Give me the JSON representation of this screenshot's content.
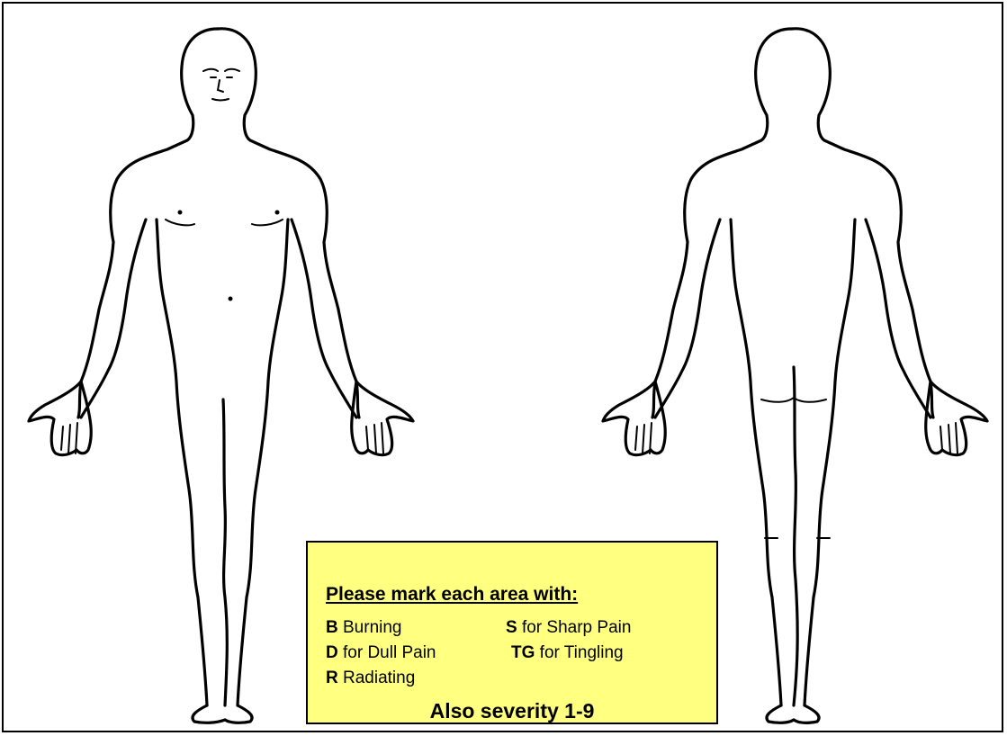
{
  "legend": {
    "title": "Please mark each area with:",
    "items": [
      {
        "code": "B",
        "text": " Burning"
      },
      {
        "code": "S",
        "text": " for Sharp Pain"
      },
      {
        "code": "D",
        "text": " for Dull Pain"
      },
      {
        "code": "TG",
        "text": " for Tingling"
      },
      {
        "code": "R",
        "text": " Radiating"
      }
    ],
    "footer": "Also severity 1-9"
  }
}
